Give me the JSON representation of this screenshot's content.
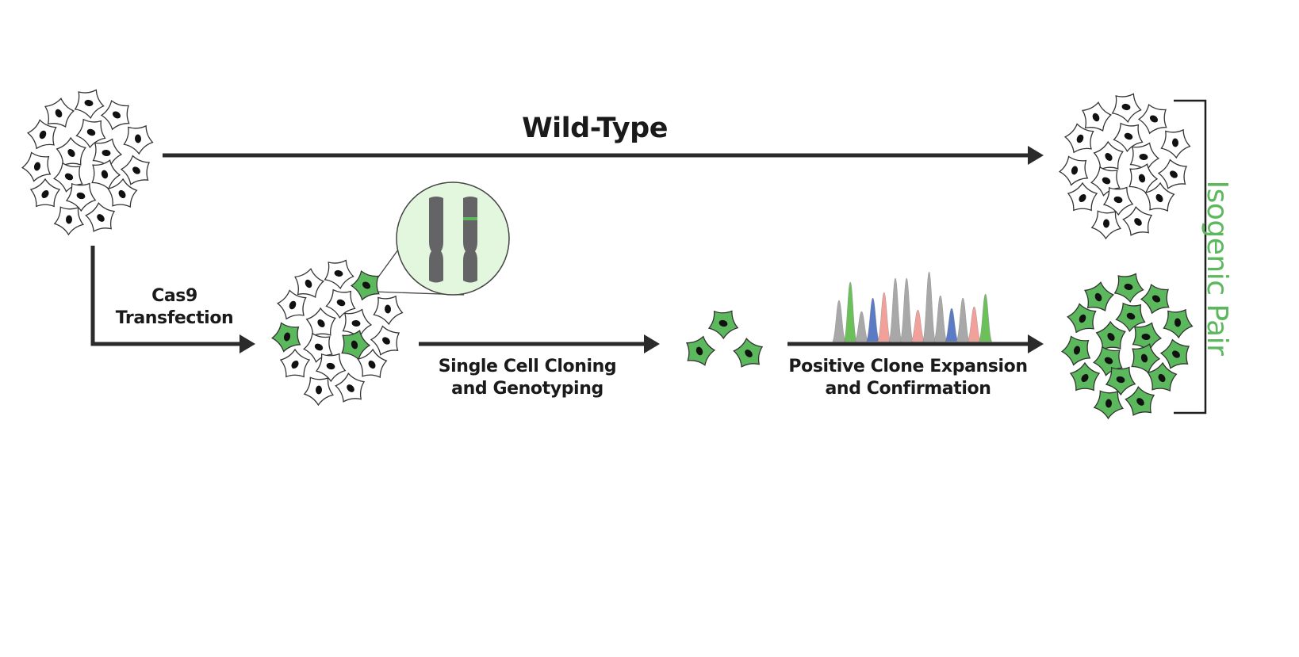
{
  "diagram": {
    "title": "Wild-Type",
    "steps": [
      {
        "id": "cas9",
        "lines": [
          "Cas9",
          "Transfection"
        ]
      },
      {
        "id": "single-cell",
        "lines": [
          "Single Cell Cloning",
          "and Genotyping"
        ]
      },
      {
        "id": "positive-clone",
        "lines": [
          "Positive Clone Expansion",
          "and Confirmation"
        ]
      }
    ],
    "bracket_label": "Isogenic Pair",
    "nodes": [
      {
        "id": "parental-population",
        "type": "cell-cluster",
        "fill": "white",
        "cells": 17
      },
      {
        "id": "wild-type-population",
        "type": "cell-cluster",
        "fill": "white",
        "cells": 17
      },
      {
        "id": "transfected-population",
        "type": "cell-cluster",
        "fill": "mixed",
        "cells": 17,
        "edited_cells": 3
      },
      {
        "id": "single-clones",
        "type": "cell-group",
        "fill": "green",
        "cells": 3
      },
      {
        "id": "edited-population",
        "type": "cell-cluster",
        "fill": "green",
        "cells": 17
      }
    ],
    "zoom_inset": {
      "id": "chromosome-inset",
      "chromosomes": 2,
      "edited_chromosome": 2
    },
    "chromatogram": {
      "peaks": [
        {
          "base": "gray",
          "height": 52
        },
        {
          "base": "green",
          "height": 75
        },
        {
          "base": "gray",
          "height": 38
        },
        {
          "base": "blue",
          "height": 55
        },
        {
          "base": "pink",
          "height": 62
        },
        {
          "base": "gray",
          "height": 80
        },
        {
          "base": "gray",
          "height": 80
        },
        {
          "base": "pink",
          "height": 40
        },
        {
          "base": "gray",
          "height": 88
        },
        {
          "base": "gray",
          "height": 58
        },
        {
          "base": "blue",
          "height": 42
        },
        {
          "base": "gray",
          "height": 55
        },
        {
          "base": "pink",
          "height": 44
        },
        {
          "base": "green",
          "height": 60
        }
      ]
    },
    "colors": {
      "edited": "#5cb85c",
      "inset_fill": "#e3f7df",
      "chromosome": "#646466",
      "arrow": "#2b2b2b",
      "nucleus": "#111111",
      "peak_gray": "#a8a8a8",
      "peak_green": "#6cc05a",
      "peak_blue": "#5b7bc4",
      "peak_pink": "#f2a19a"
    }
  }
}
